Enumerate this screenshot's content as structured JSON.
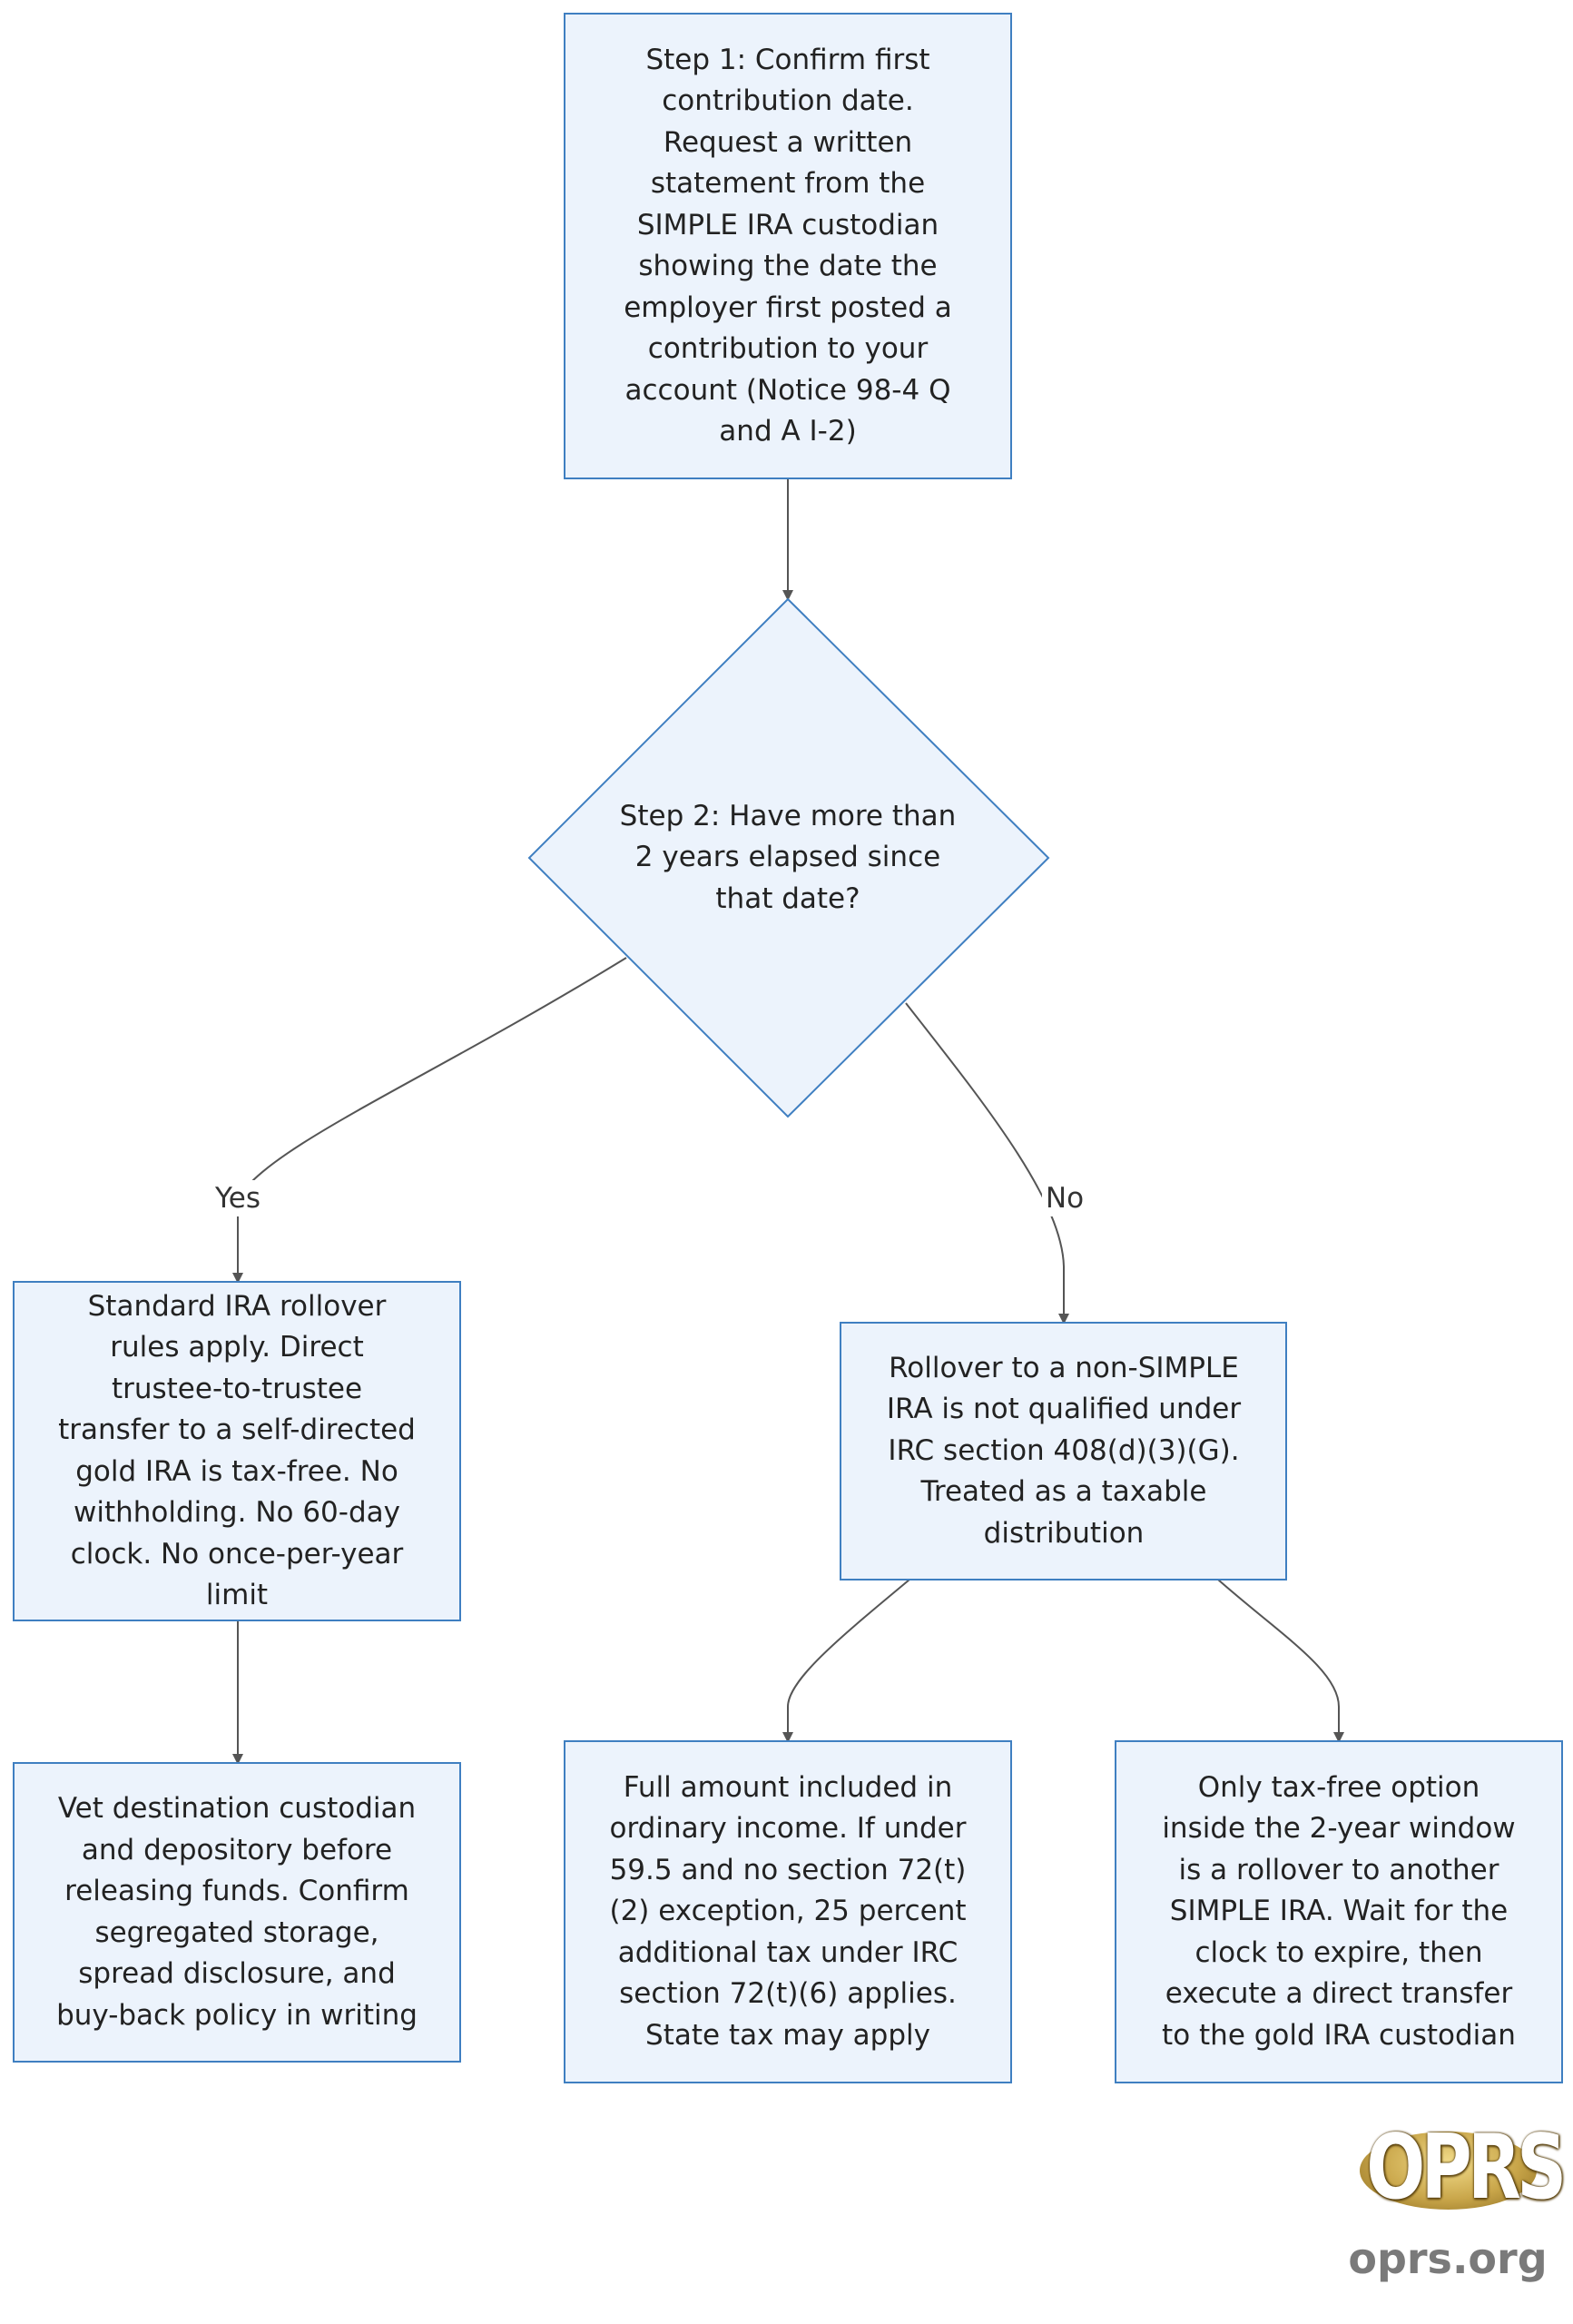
{
  "diagram": {
    "colors": {
      "node_fill": "#ecf3fc",
      "node_border": "#3f7fc1",
      "edge": "#555555",
      "text": "#222222"
    },
    "nodes": {
      "step1": "Step 1: Confirm first contribution date. Request a written statement from the SIMPLE IRA custodian showing the date the employer first posted a contribution to your account (Notice 98-4 Q and A I-2)",
      "step2": "Step 2: Have more than 2 years elapsed since that date?",
      "yes_result": "Standard IRA rollover rules apply. Direct trustee-to-trustee transfer to a self-directed gold IRA is tax-free. No withholding. No 60-day clock. No once-per-year limit",
      "no_result": "Rollover to a non-SIMPLE IRA is not qualified under IRC section 408(d)(3)(G). Treated as a taxable distribution",
      "vet": "Vet destination custodian and depository before releasing funds. Confirm segregated storage, spread disclosure, and buy-back policy in writing",
      "taxable": "Full amount included in ordinary income. If under 59.5 and no section 72(t)(2) exception, 25 percent additional tax under IRC section 72(t)(6) applies. State tax may apply",
      "wait": "Only tax-free option inside the 2-year window is a rollover to another SIMPLE IRA. Wait for the clock to expire, then execute a direct transfer to the gold IRA custodian"
    },
    "edge_labels": {
      "yes": "Yes",
      "no": "No"
    }
  },
  "logo": {
    "mark": "OPRS",
    "domain": "oprs.org"
  }
}
